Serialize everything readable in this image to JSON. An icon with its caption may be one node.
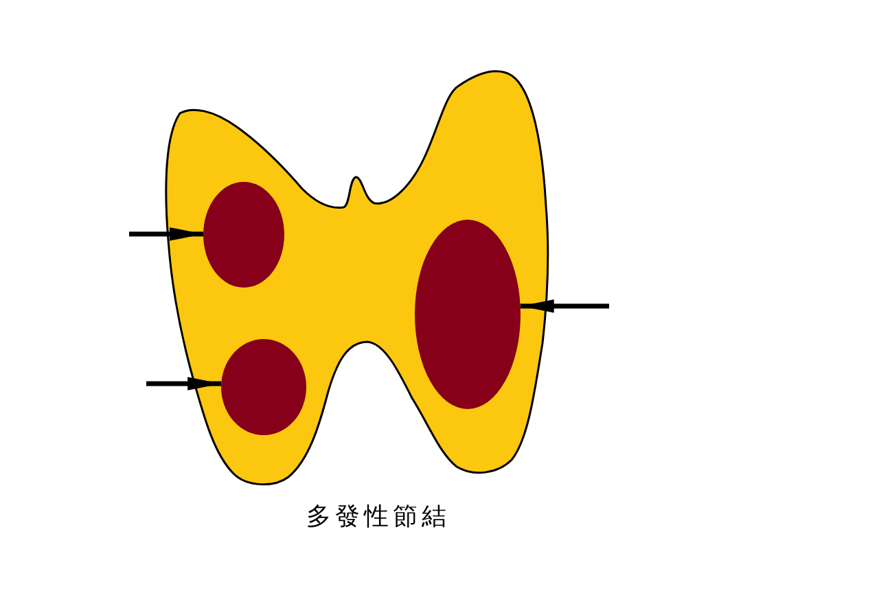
{
  "diagram": {
    "caption": "多發性節結",
    "nodes": [
      {
        "text": [],
        "shape": "picture"
      },
      {
        "text": [],
        "shape": "ellipse",
        "in": 0
      },
      {
        "text": [],
        "shape": "ellipse",
        "in": 0
      },
      {
        "text": [],
        "shape": "ellipse",
        "in": 0
      }
    ],
    "edges": [
      {
        "from": null,
        "to": 1,
        "arrow": "to"
      },
      {
        "from": null,
        "to": 2,
        "arrow": "to"
      },
      {
        "from": null,
        "to": 3,
        "arrow": "to"
      }
    ]
  }
}
